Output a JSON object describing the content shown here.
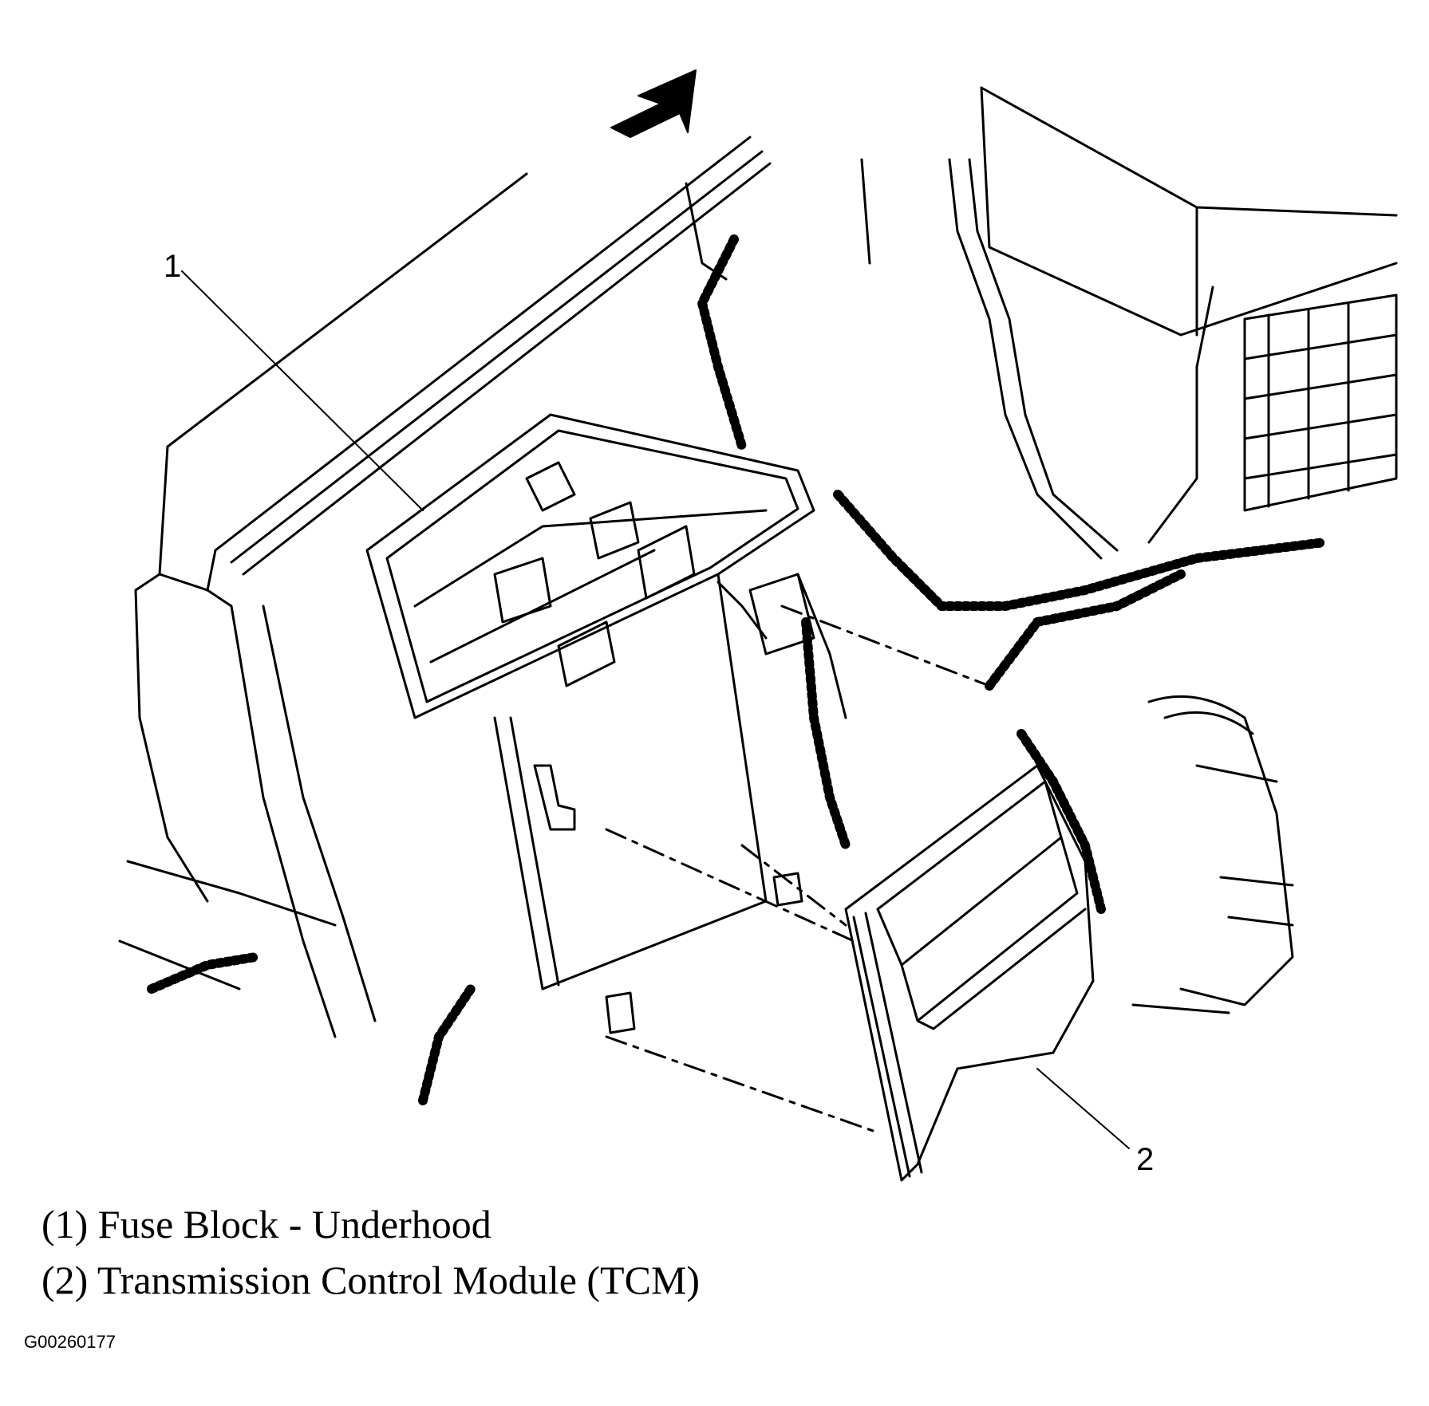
{
  "callouts": [
    "1",
    "2"
  ],
  "legend": [
    "(1) Fuse Block - Underhood",
    "(2) Transmission Control Module (TCM)"
  ],
  "figure_id": "G00260177",
  "icons": {
    "direction_arrow": "arrow-icon"
  },
  "colors": {
    "line": "#000000",
    "background": "#ffffff"
  }
}
